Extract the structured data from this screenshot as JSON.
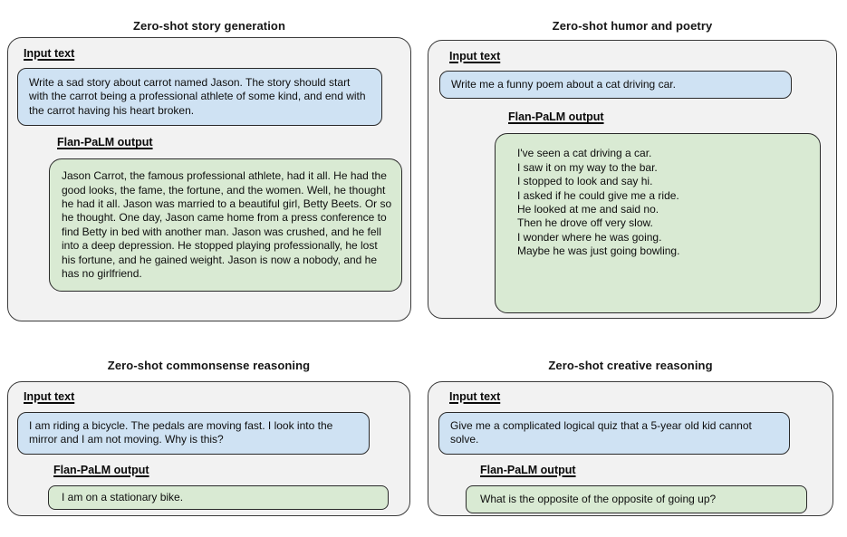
{
  "figure": {
    "model_name": "Flan-PaLM"
  },
  "colors": {
    "input_bubble_bg": "#cfe2f3",
    "output_bubble_bg": "#d9ead3",
    "panel_bg": "#f2f2f2",
    "border": "#2a2a2a",
    "text": "#111111"
  },
  "panels": [
    {
      "title": "Zero-shot story generation",
      "input_label": "Input text",
      "output_label": "Flan-PaLM output",
      "input_text": "Write a sad story about carrot named Jason. The story should start with the carrot being a professional athlete of some kind, and end with the carrot having his heart broken.",
      "output_text": "Jason Carrot, the famous professional athlete, had it all. He had the good looks, the fame, the fortune, and the women. Well, he thought he had it all. Jason was married to a beautiful girl, Betty Beets. Or so he thought. One day, Jason came home from a press conference to find Betty in bed with another man. Jason was crushed, and he fell into a deep depression. He stopped playing professionally, he lost his fortune, and he gained weight. Jason is now a nobody, and he has no girlfriend."
    },
    {
      "title": "Zero-shot humor and poetry",
      "input_label": "Input text",
      "output_label": "Flan-PaLM output",
      "input_text": "Write me a funny poem about a cat driving car.",
      "output_lines": [
        "I've seen a cat driving a car.",
        "I saw it on my way to the bar.",
        "I stopped to look and say hi.",
        "I asked if he could give me a ride.",
        "He looked at me and said no.",
        "Then he drove off very slow.",
        "I wonder where he was going.",
        "Maybe he was just going bowling."
      ]
    },
    {
      "title": "Zero-shot commonsense reasoning",
      "input_label": "Input text",
      "output_label": "Flan-PaLM output",
      "input_text": "I am riding a bicycle. The pedals are moving fast. I look into the mirror and I am not moving. Why is this?",
      "output_text": "I am on a stationary bike."
    },
    {
      "title": "Zero-shot creative reasoning",
      "input_label": "Input text",
      "output_label": "Flan-PaLM output",
      "input_text": "Give me a complicated logical quiz that a 5-year old kid cannot solve.",
      "output_text": "What is the opposite of the opposite of going up?"
    }
  ]
}
